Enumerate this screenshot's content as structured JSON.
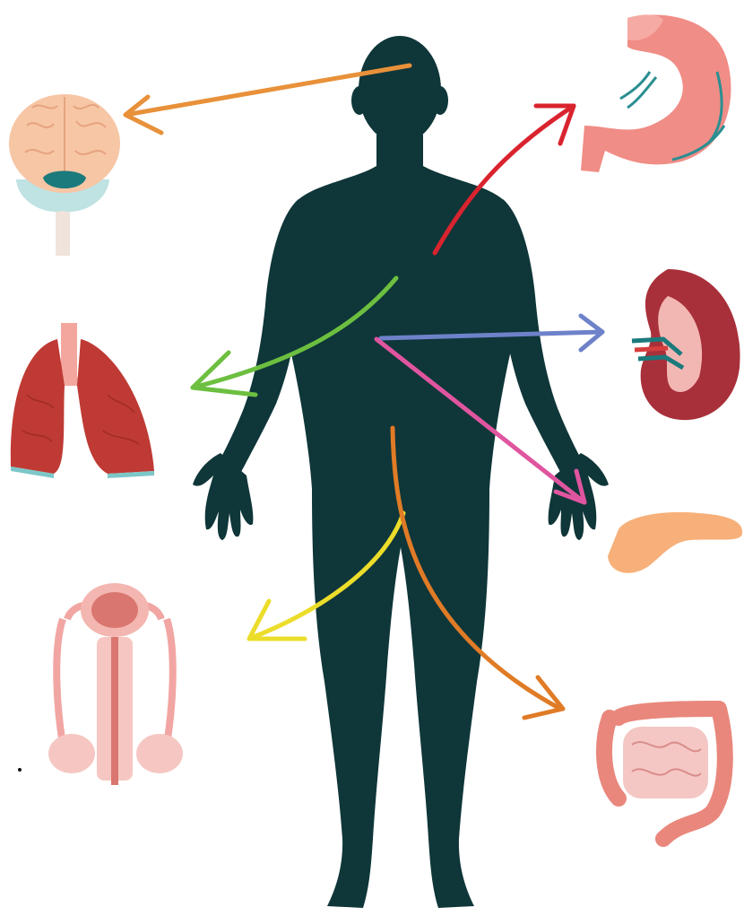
{
  "diagram": {
    "silhouette_color": "#0f3639",
    "organs": [
      {
        "id": "brain",
        "icon": "brain-icon"
      },
      {
        "id": "stomach",
        "icon": "stomach-icon"
      },
      {
        "id": "lungs",
        "icon": "lungs-icon"
      },
      {
        "id": "kidney",
        "icon": "kidney-icon"
      },
      {
        "id": "pancreas",
        "icon": "pancreas-icon"
      },
      {
        "id": "male-reproductive",
        "icon": "male-reproductive-system-icon"
      },
      {
        "id": "intestines",
        "icon": "large-intestine-icon"
      }
    ],
    "arrows": [
      {
        "target": "brain",
        "color": "#e8913a"
      },
      {
        "target": "stomach",
        "color": "#d9232e"
      },
      {
        "target": "lungs",
        "color": "#6cbf3f"
      },
      {
        "target": "kidney",
        "color": "#6d82c9"
      },
      {
        "target": "hand",
        "color": "#e0559f"
      },
      {
        "target": "male-reproductive",
        "color": "#ecdd2b"
      },
      {
        "target": "intestines",
        "color": "#e07b26"
      }
    ]
  }
}
